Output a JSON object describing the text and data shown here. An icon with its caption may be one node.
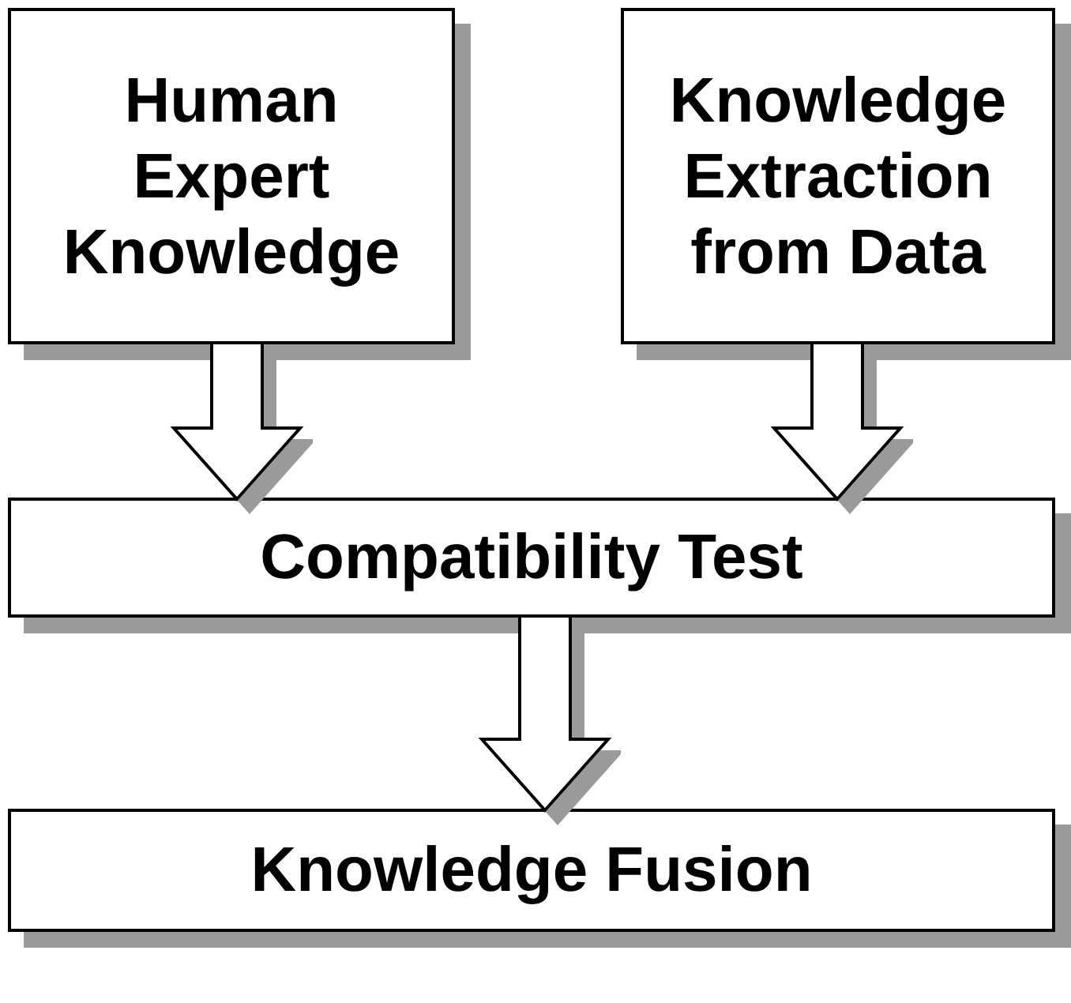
{
  "diagram": {
    "nodes": [
      {
        "text": [
          "Human Expert Knowledge"
        ]
      },
      {
        "text": [
          "Knowledge Extraction from Data"
        ]
      },
      {
        "text": [
          "Compatibility Test"
        ]
      },
      {
        "text": [
          "Knowledge Fusion"
        ]
      }
    ],
    "edges": [
      {
        "from": 0,
        "to": 2,
        "arrow": "to"
      },
      {
        "from": 1,
        "to": 2,
        "arrow": "to"
      },
      {
        "from": 2,
        "to": 3,
        "arrow": "to"
      }
    ]
  }
}
